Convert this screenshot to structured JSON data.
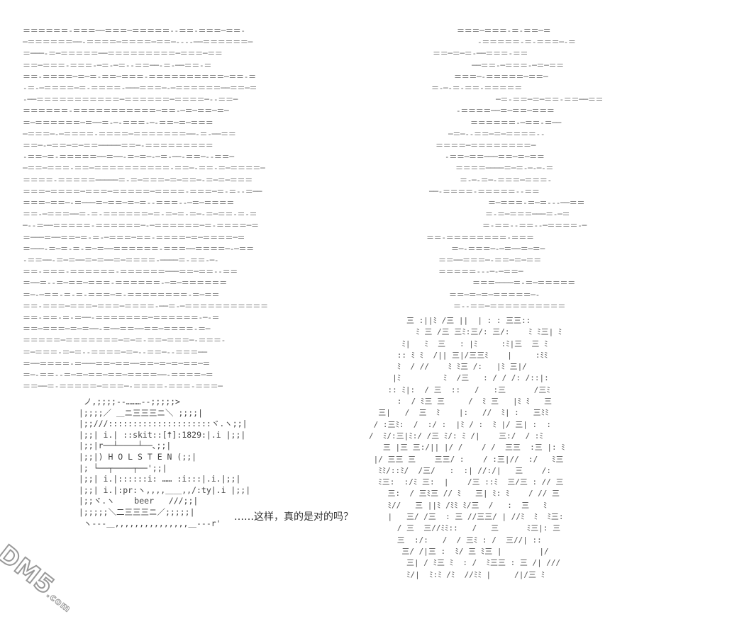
{
  "can": {
    "lines": [
      "  ノ,;;;;--………--;;;;;>",
      " |;;;;／ ＿ニ三三三ニ＼ ;;;;|",
      " |;;///:::::::::::::::::::::ヾ.ヽ;;|",
      " |;;| i.| ::skit::[☨]:1829:|.i |;;|",
      " |;;|r──┴────┴──､;;|",
      " |;;|) H O L S T E N (;;|",
      " |; └──┬────┬──';;|",
      " |;;| i.|::::::i: …… :i:::|.i.|;;|",
      " |;;| i.|:pr:ヽ,,,,＿＿,,/:ty|.i |;;|",
      " |;;ヾ.ヽ    beer   ///;;|",
      " |;;;;;＼二三三三ニ／;;;;;|",
      "  ヽ---＿,,,,,,,,,,,,,,,＿---r'"
    ]
  },
  "caption": "……这样，真的是对的吗？",
  "watermark": {
    "main": "DM5",
    "sub": ".com"
  }
}
